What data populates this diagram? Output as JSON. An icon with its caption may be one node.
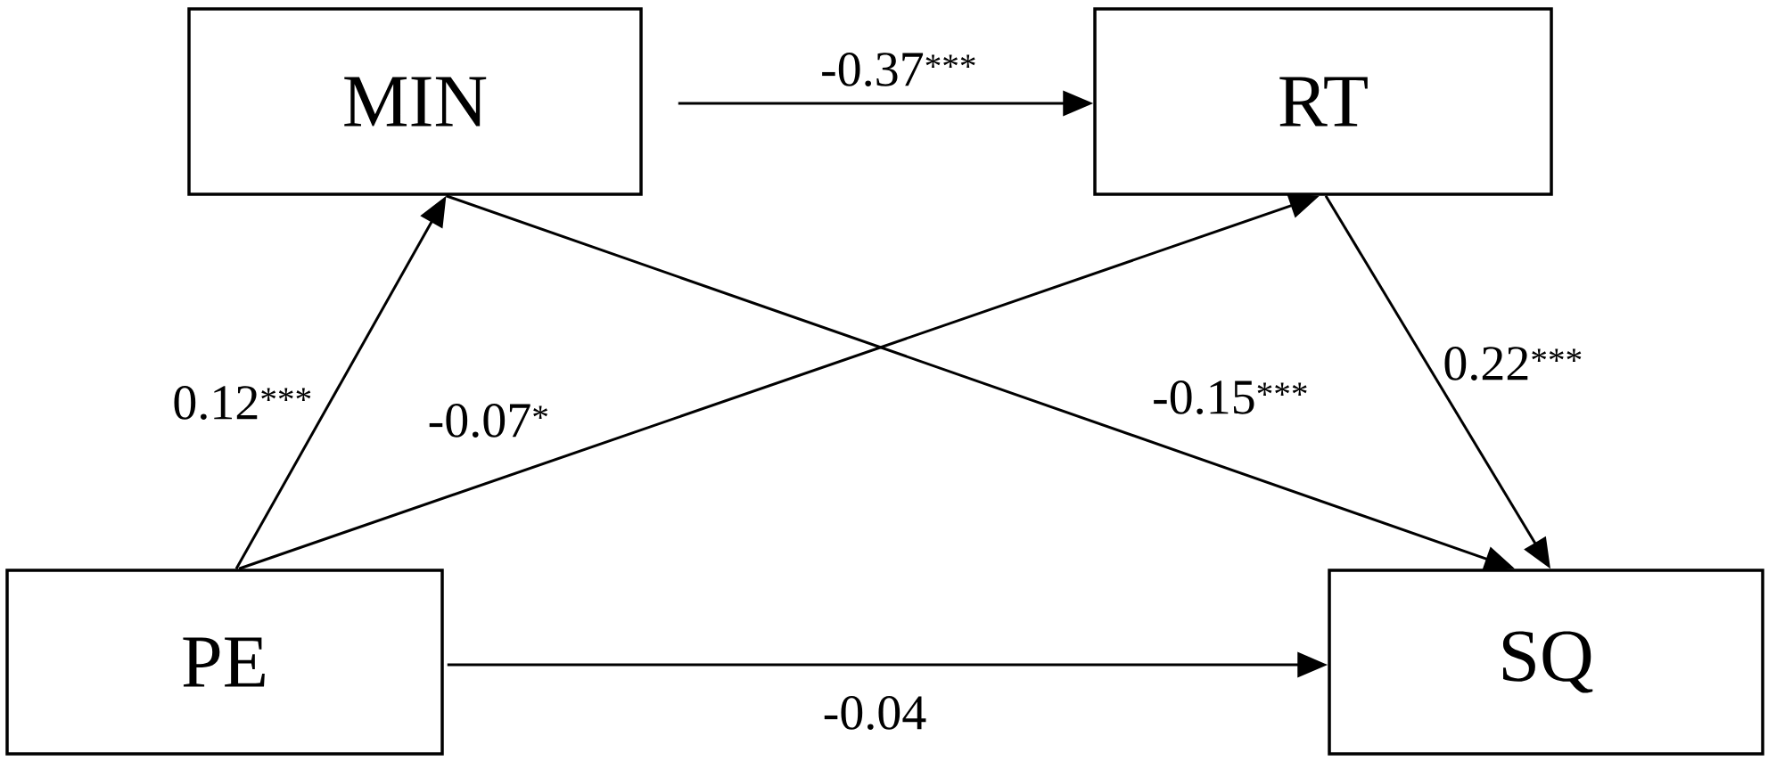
{
  "diagram": {
    "nodes": [
      {
        "text": [
          "MIN"
        ]
      },
      {
        "text": [
          "RT"
        ]
      },
      {
        "text": [
          "PE"
        ]
      },
      {
        "text": [
          "SQ"
        ]
      }
    ],
    "edges": [
      {
        "from": 0,
        "to": 1,
        "arrow": "to",
        "label": "-0.37$^{***}$"
      },
      {
        "from": 2,
        "to": 0,
        "arrow": "to",
        "label": "0.12$^{***}$"
      },
      {
        "from": 2,
        "to": 1,
        "arrow": "to",
        "label": "-0.07$^{*}$"
      },
      {
        "from": 0,
        "to": 3,
        "arrow": "to",
        "label": "-0.15$^{***}$"
      },
      {
        "from": 1,
        "to": 3,
        "arrow": "to",
        "label": "0.22$^{***}$"
      },
      {
        "from": 2,
        "to": 3,
        "arrow": "to",
        "label": "-0.04"
      }
    ]
  }
}
